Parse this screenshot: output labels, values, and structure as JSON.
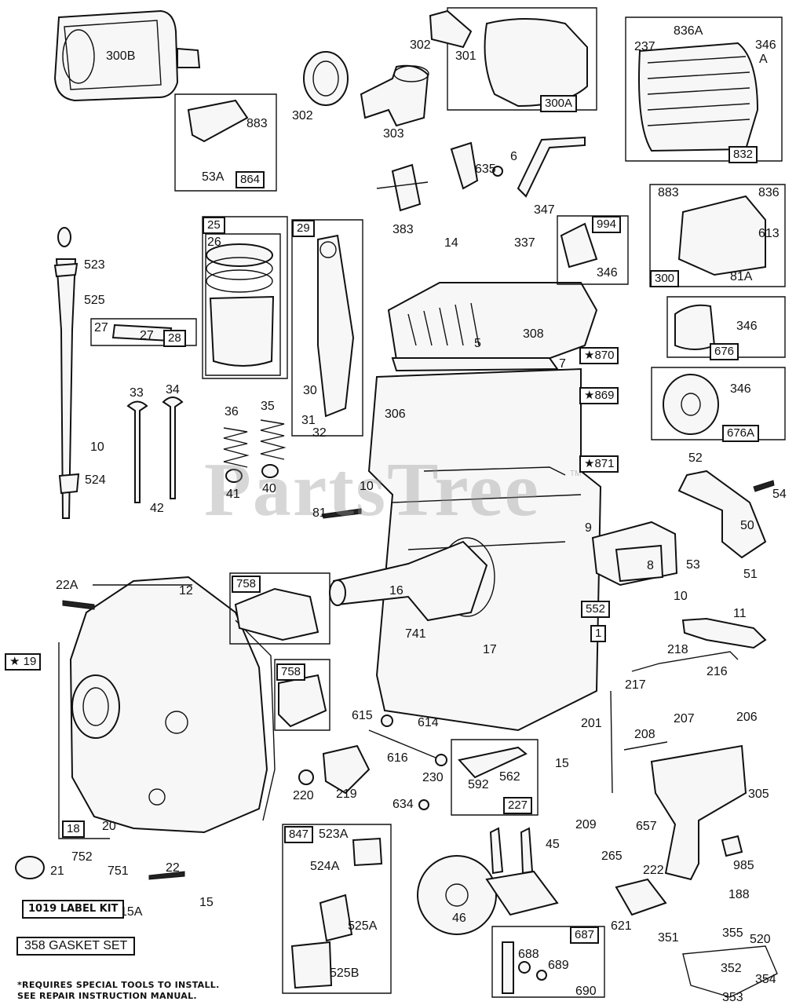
{
  "watermark": {
    "text": "PartsTree",
    "mark": "TM"
  },
  "labels": {
    "l300b": "300B",
    "l302a": "302",
    "l301": "301",
    "l302b": "302",
    "l303": "303",
    "l300a": "300A",
    "l836a": "836A",
    "l237": "237",
    "l346a": "346",
    "l346a_sub": "A",
    "l832": "832",
    "l883a": "883",
    "l53a": "53A",
    "l864": "864",
    "l6": "6",
    "l635": "635",
    "l347": "347",
    "l383": "383",
    "l523": "523",
    "l525": "525",
    "l27a": "27",
    "l27b": "27",
    "l28": "28",
    "l25": "25",
    "l26": "26",
    "l29": "29",
    "l30": "30",
    "l31": "31",
    "l32": "32",
    "l14": "14",
    "l337": "337",
    "l994": "994",
    "l346b": "346",
    "l883b": "883",
    "l836b": "836",
    "l613": "613",
    "l300": "300",
    "l81a": "81A",
    "l346c": "346",
    "l676": "676",
    "l346d": "346",
    "l676a": "676A",
    "l5": "5",
    "l308": "308",
    "l7": "7",
    "l870": "★870",
    "l869": "★869",
    "l306": "306",
    "l871": "★871",
    "l33": "33",
    "l34": "34",
    "l36": "36",
    "l35": "35",
    "l41": "41",
    "l40": "40",
    "l42": "42",
    "l10a": "10",
    "l524": "524",
    "l10b": "10",
    "l81": "81",
    "l52": "52",
    "l54": "54",
    "l50": "50",
    "l9": "9",
    "l8": "8",
    "l53": "53",
    "l51": "51",
    "l10c": "10",
    "l22a": "22A",
    "l12": "12",
    "l758a": "758",
    "l16": "16",
    "l741": "741",
    "l17": "17",
    "l552": "552",
    "l1": "1",
    "l11": "11",
    "l218": "218",
    "l216": "216",
    "l217": "217",
    "l19": "★ 19",
    "l758b": "758",
    "l18": "18",
    "l20": "20",
    "l615": "615",
    "l614": "614",
    "l616": "616",
    "l230": "230",
    "l220": "220",
    "l219": "219",
    "l592": "592",
    "l562": "562",
    "l227": "227",
    "l634": "634",
    "l15a": "15",
    "l201": "201",
    "l208": "208",
    "l207": "207",
    "l206": "206",
    "l305": "305",
    "l209": "209",
    "l657": "657",
    "l265": "265",
    "l222": "222",
    "l985": "985",
    "l188": "188",
    "l621": "621",
    "l45": "45",
    "l46": "46",
    "l847": "847",
    "l523a": "523A",
    "l524a": "524A",
    "l525a": "525A",
    "l525b": "525B",
    "l687": "687",
    "l688": "688",
    "l689": "689",
    "l690": "690",
    "l351": "351",
    "l355": "355",
    "l520": "520",
    "l352": "352",
    "l354": "354",
    "l353": "353",
    "l21": "21",
    "l752": "752",
    "l751": "751",
    "l22": "22",
    "l15b": "15",
    "l15c": "15A"
  },
  "kits": {
    "label_kit": "1019 LABEL KIT",
    "gasket_set": "358  GASKET SET"
  },
  "footnote": {
    "line1": "*REQUIRES SPECIAL TOOLS TO INSTALL.",
    "line2": " SEE REPAIR INSTRUCTION MANUAL."
  }
}
